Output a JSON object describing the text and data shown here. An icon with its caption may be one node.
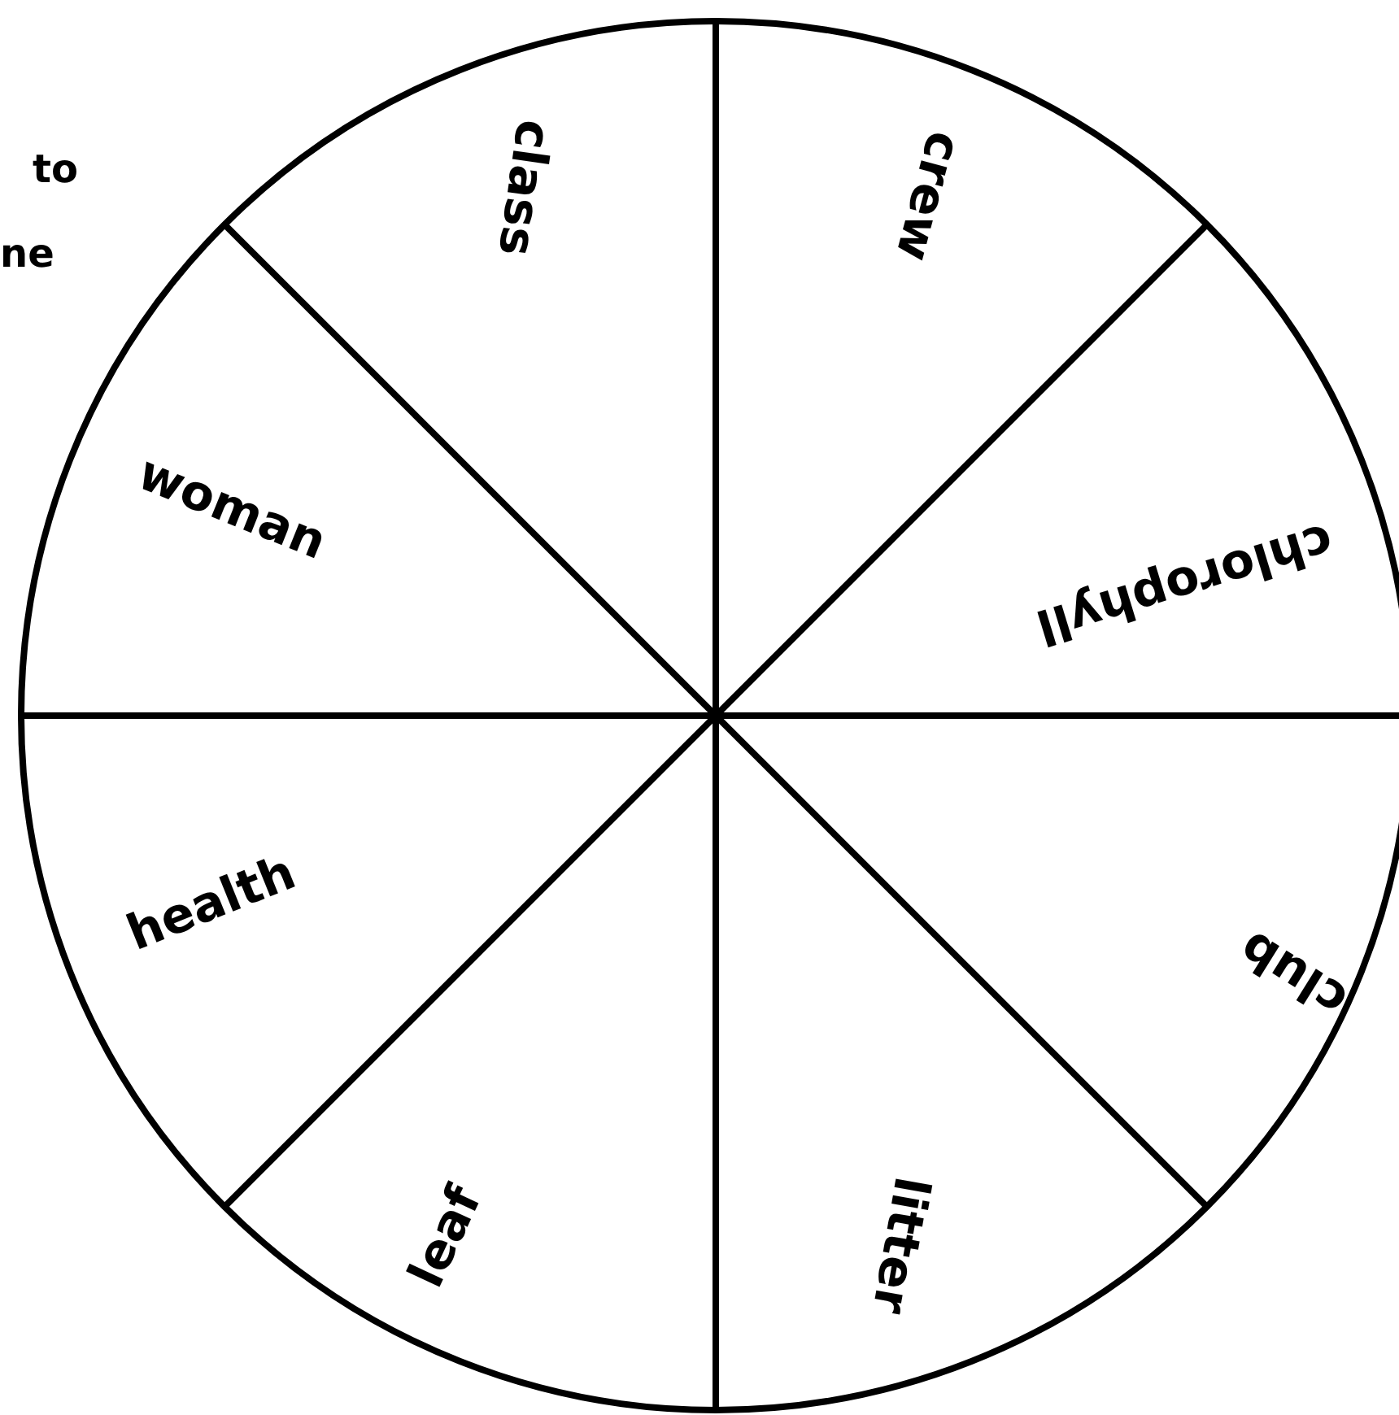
{
  "diagram": {
    "nodes": [
      {
        "text": [
          "class"
        ]
      },
      {
        "text": [
          "crew"
        ]
      },
      {
        "text": [
          "woman"
        ]
      },
      {
        "text": [
          "chlorophyll"
        ]
      },
      {
        "text": [
          "health"
        ]
      },
      {
        "text": [
          "club"
        ]
      },
      {
        "text": [
          "leaf"
        ]
      },
      {
        "text": [
          "litter"
        ]
      }
    ],
    "labels": [
      "to",
      "ne"
    ]
  }
}
